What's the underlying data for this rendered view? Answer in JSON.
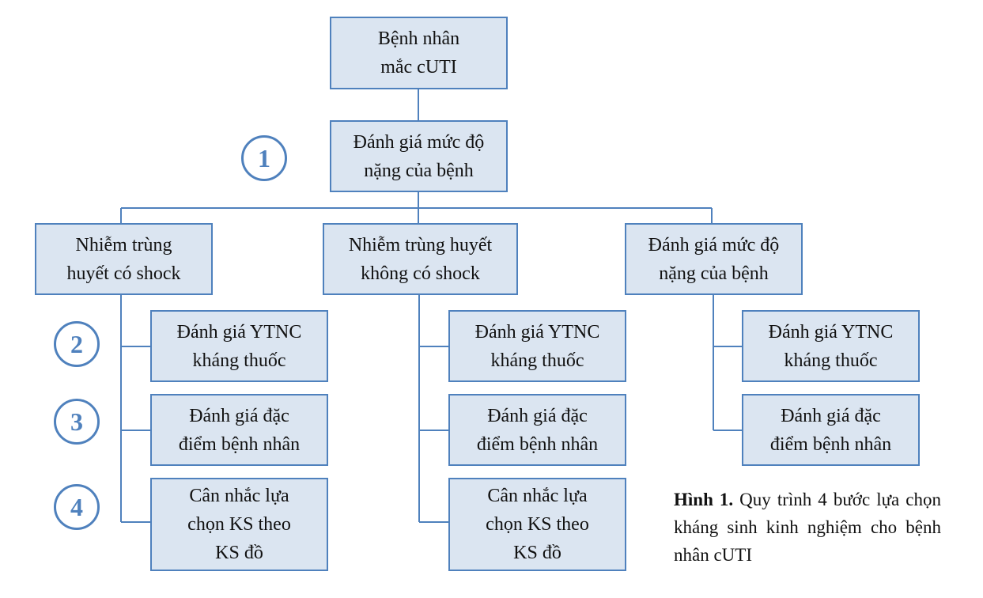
{
  "root": {
    "line1": "Bệnh nhân",
    "line2": "mắc cUTI"
  },
  "assess": {
    "line1": "Đánh giá mức độ",
    "line2": "nặng của bệnh"
  },
  "branches": [
    {
      "line1": "Nhiễm trùng",
      "line2": "huyết có shock"
    },
    {
      "line1": "Nhiễm trùng huyết",
      "line2": "không có shock"
    },
    {
      "line1": "Đánh giá mức độ",
      "line2": "nặng của bệnh"
    }
  ],
  "sub": {
    "ytnc": {
      "line1": "Đánh giá YTNC",
      "line2": "kháng thuốc"
    },
    "dacdiem": {
      "line1": "Đánh giá đặc",
      "line2": "điểm bệnh nhân"
    },
    "cannhac": {
      "line1": "Cân nhắc lựa",
      "line2": "chọn KS theo",
      "line3": "KS đồ"
    }
  },
  "steps": [
    "1",
    "2",
    "3",
    "4"
  ],
  "caption": {
    "bold": "Hình 1.",
    "text": " Quy trình 4 bước lựa chọn kháng sinh kinh nghiệm cho bệnh nhân cUTI"
  },
  "colors": {
    "box_fill": "#dbe5f1",
    "box_border": "#4f81bd",
    "line": "#4f81bd"
  }
}
